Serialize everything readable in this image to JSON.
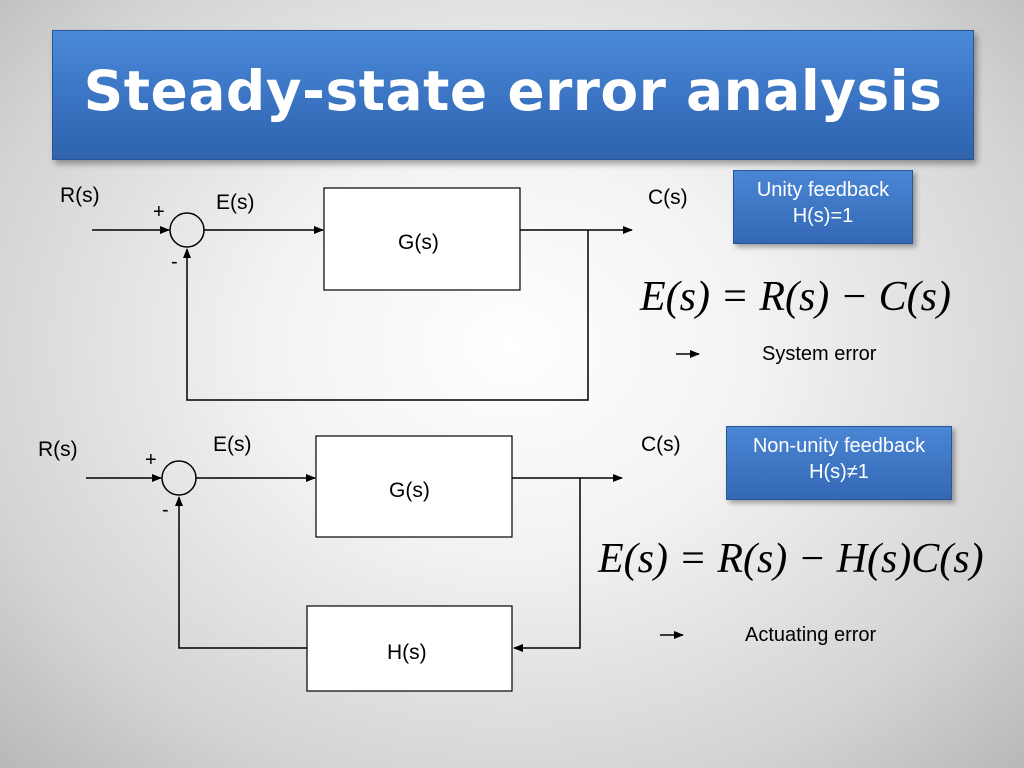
{
  "slide": {
    "title": "Steady-state error analysis"
  },
  "diagram1": {
    "input_label": "R(s)",
    "plus_sign": "+",
    "minus_sign": "-",
    "error_label": "E(s)",
    "plant_label": "G(s)",
    "output_label": "C(s)",
    "badge_line1": "Unity feedback",
    "badge_line2": "H(s)=1",
    "equation": "E(s) = R(s) − C(s)",
    "note": "System error"
  },
  "diagram2": {
    "input_label": "R(s)",
    "plus_sign": "+",
    "minus_sign": "-",
    "error_label": "E(s)",
    "plant_label": "G(s)",
    "feedback_label": "H(s)",
    "output_label": "C(s)",
    "badge_line1": "Non-unity feedback",
    "badge_line2": "H(s)≠1",
    "equation": "E(s) = R(s) − H(s)C(s)",
    "note": "Actuating error"
  },
  "colors": {
    "title_bar": "#3a73c2",
    "badge": "#3468b5",
    "line": "#000000"
  }
}
